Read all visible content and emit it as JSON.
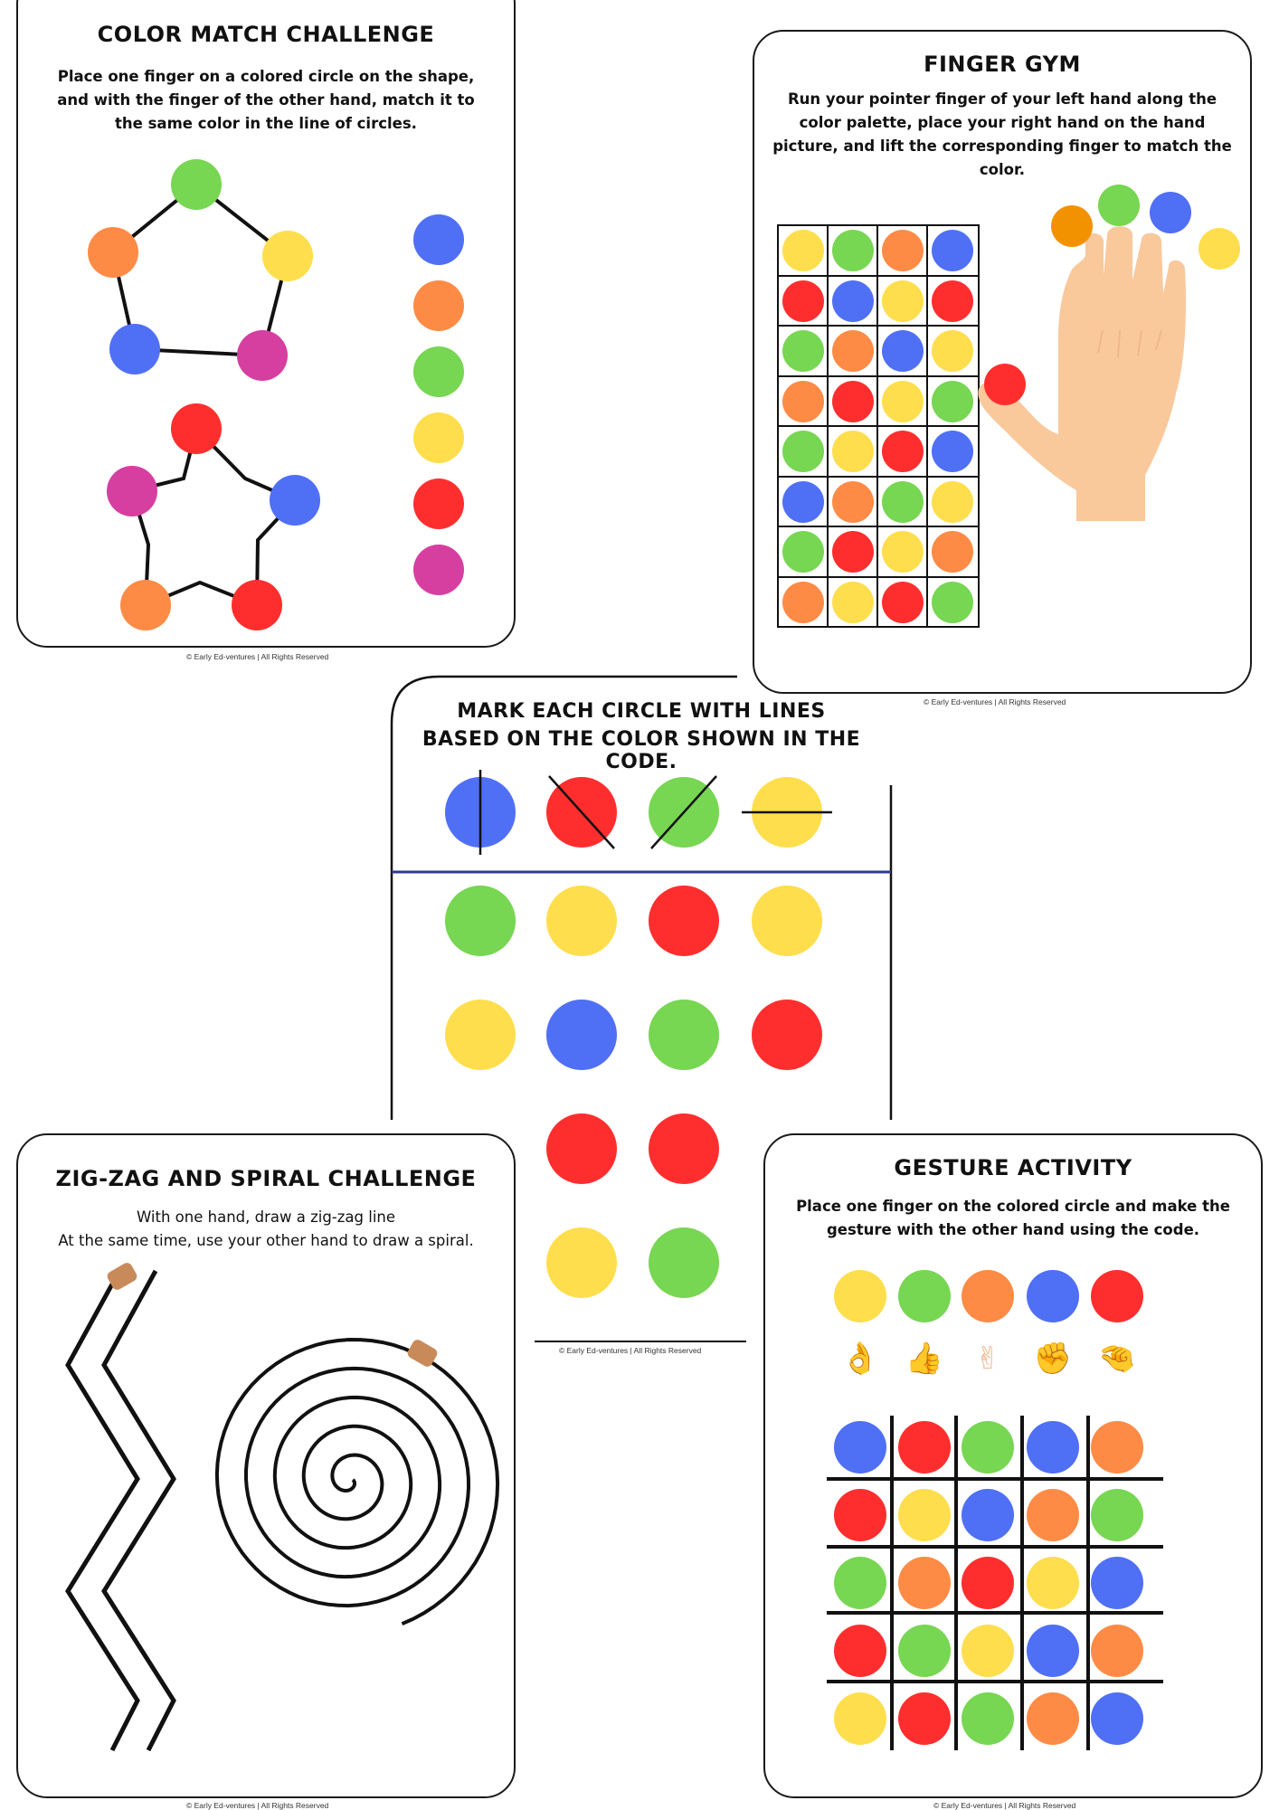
{
  "colors": {
    "green": "#77d652",
    "yellow": "#ffde4d",
    "orange": "#fe8b45",
    "blue": "#4f6ff5",
    "red": "#ff2e2e",
    "magenta": "#d63fa0",
    "dark_orange": "#f29200"
  },
  "footer_text": "© Early Ed-ventures | All Rights Reserved",
  "color_match": {
    "title": "COLOR MATCH CHALLENGE",
    "instruction": "Place one finger on a colored circle on the shape, and with the finger of the other hand, match it to the same color in the line of circles.",
    "pentagon_colors": [
      "green",
      "yellow",
      "magenta",
      "blue",
      "orange"
    ],
    "star_colors": [
      "red",
      "blue",
      "red",
      "orange",
      "magenta"
    ],
    "column_colors": [
      "blue",
      "orange",
      "green",
      "yellow",
      "red",
      "magenta"
    ]
  },
  "finger_gym": {
    "title": "FINGER GYM",
    "instruction": "Run your pointer finger of your left hand along the color palette, place your right hand on the hand picture, and lift the corresponding finger to match the color.",
    "grid": [
      [
        "yellow",
        "green",
        "orange",
        "blue"
      ],
      [
        "red",
        "blue",
        "yellow",
        "red"
      ],
      [
        "green",
        "orange",
        "blue",
        "yellow"
      ],
      [
        "orange",
        "red",
        "yellow",
        "green"
      ],
      [
        "green",
        "yellow",
        "red",
        "blue"
      ],
      [
        "blue",
        "orange",
        "green",
        "yellow"
      ],
      [
        "green",
        "red",
        "yellow",
        "orange"
      ],
      [
        "orange",
        "yellow",
        "red",
        "green"
      ]
    ],
    "finger_colors": [
      "red",
      "dark_orange",
      "green",
      "blue",
      "yellow"
    ]
  },
  "mark_circle": {
    "title_line1": "MARK EACH CIRCLE WITH LINES",
    "title_line2": "BASED ON THE COLOR SHOWN IN THE CODE.",
    "code": [
      {
        "color": "blue",
        "mark": "vertical"
      },
      {
        "color": "red",
        "mark": "backslash"
      },
      {
        "color": "green",
        "mark": "slash"
      },
      {
        "color": "yellow",
        "mark": "horizontal"
      }
    ],
    "grid": [
      [
        "green",
        "yellow",
        "red",
        "yellow"
      ],
      [
        "yellow",
        "blue",
        "green",
        "red"
      ],
      [
        "",
        "red",
        "red",
        ""
      ],
      [
        "",
        "yellow",
        "green",
        ""
      ]
    ]
  },
  "zigzag": {
    "title": "ZIG-ZAG AND SPIRAL CHALLENGE",
    "line1": "With one hand, draw a zig-zag line",
    "line2": "At the same time, use your other hand to draw a spiral."
  },
  "gesture": {
    "title": "GESTURE ACTIVITY",
    "instruction": "Place one finger on the colored circle and make the gesture with the other hand using the code.",
    "code": [
      {
        "color": "yellow",
        "gesture": "ok-hand-icon"
      },
      {
        "color": "green",
        "gesture": "thumbs-up-icon"
      },
      {
        "color": "orange",
        "gesture": "peace-sign-icon"
      },
      {
        "color": "blue",
        "gesture": "fist-icon"
      },
      {
        "color": "red",
        "gesture": "pinch-hand-icon"
      }
    ],
    "grid": [
      [
        "blue",
        "red",
        "green",
        "blue",
        "orange"
      ],
      [
        "red",
        "yellow",
        "blue",
        "orange",
        "green"
      ],
      [
        "green",
        "orange",
        "red",
        "yellow",
        "blue"
      ],
      [
        "red",
        "green",
        "yellow",
        "blue",
        "orange"
      ],
      [
        "yellow",
        "red",
        "green",
        "orange",
        "blue"
      ]
    ]
  }
}
